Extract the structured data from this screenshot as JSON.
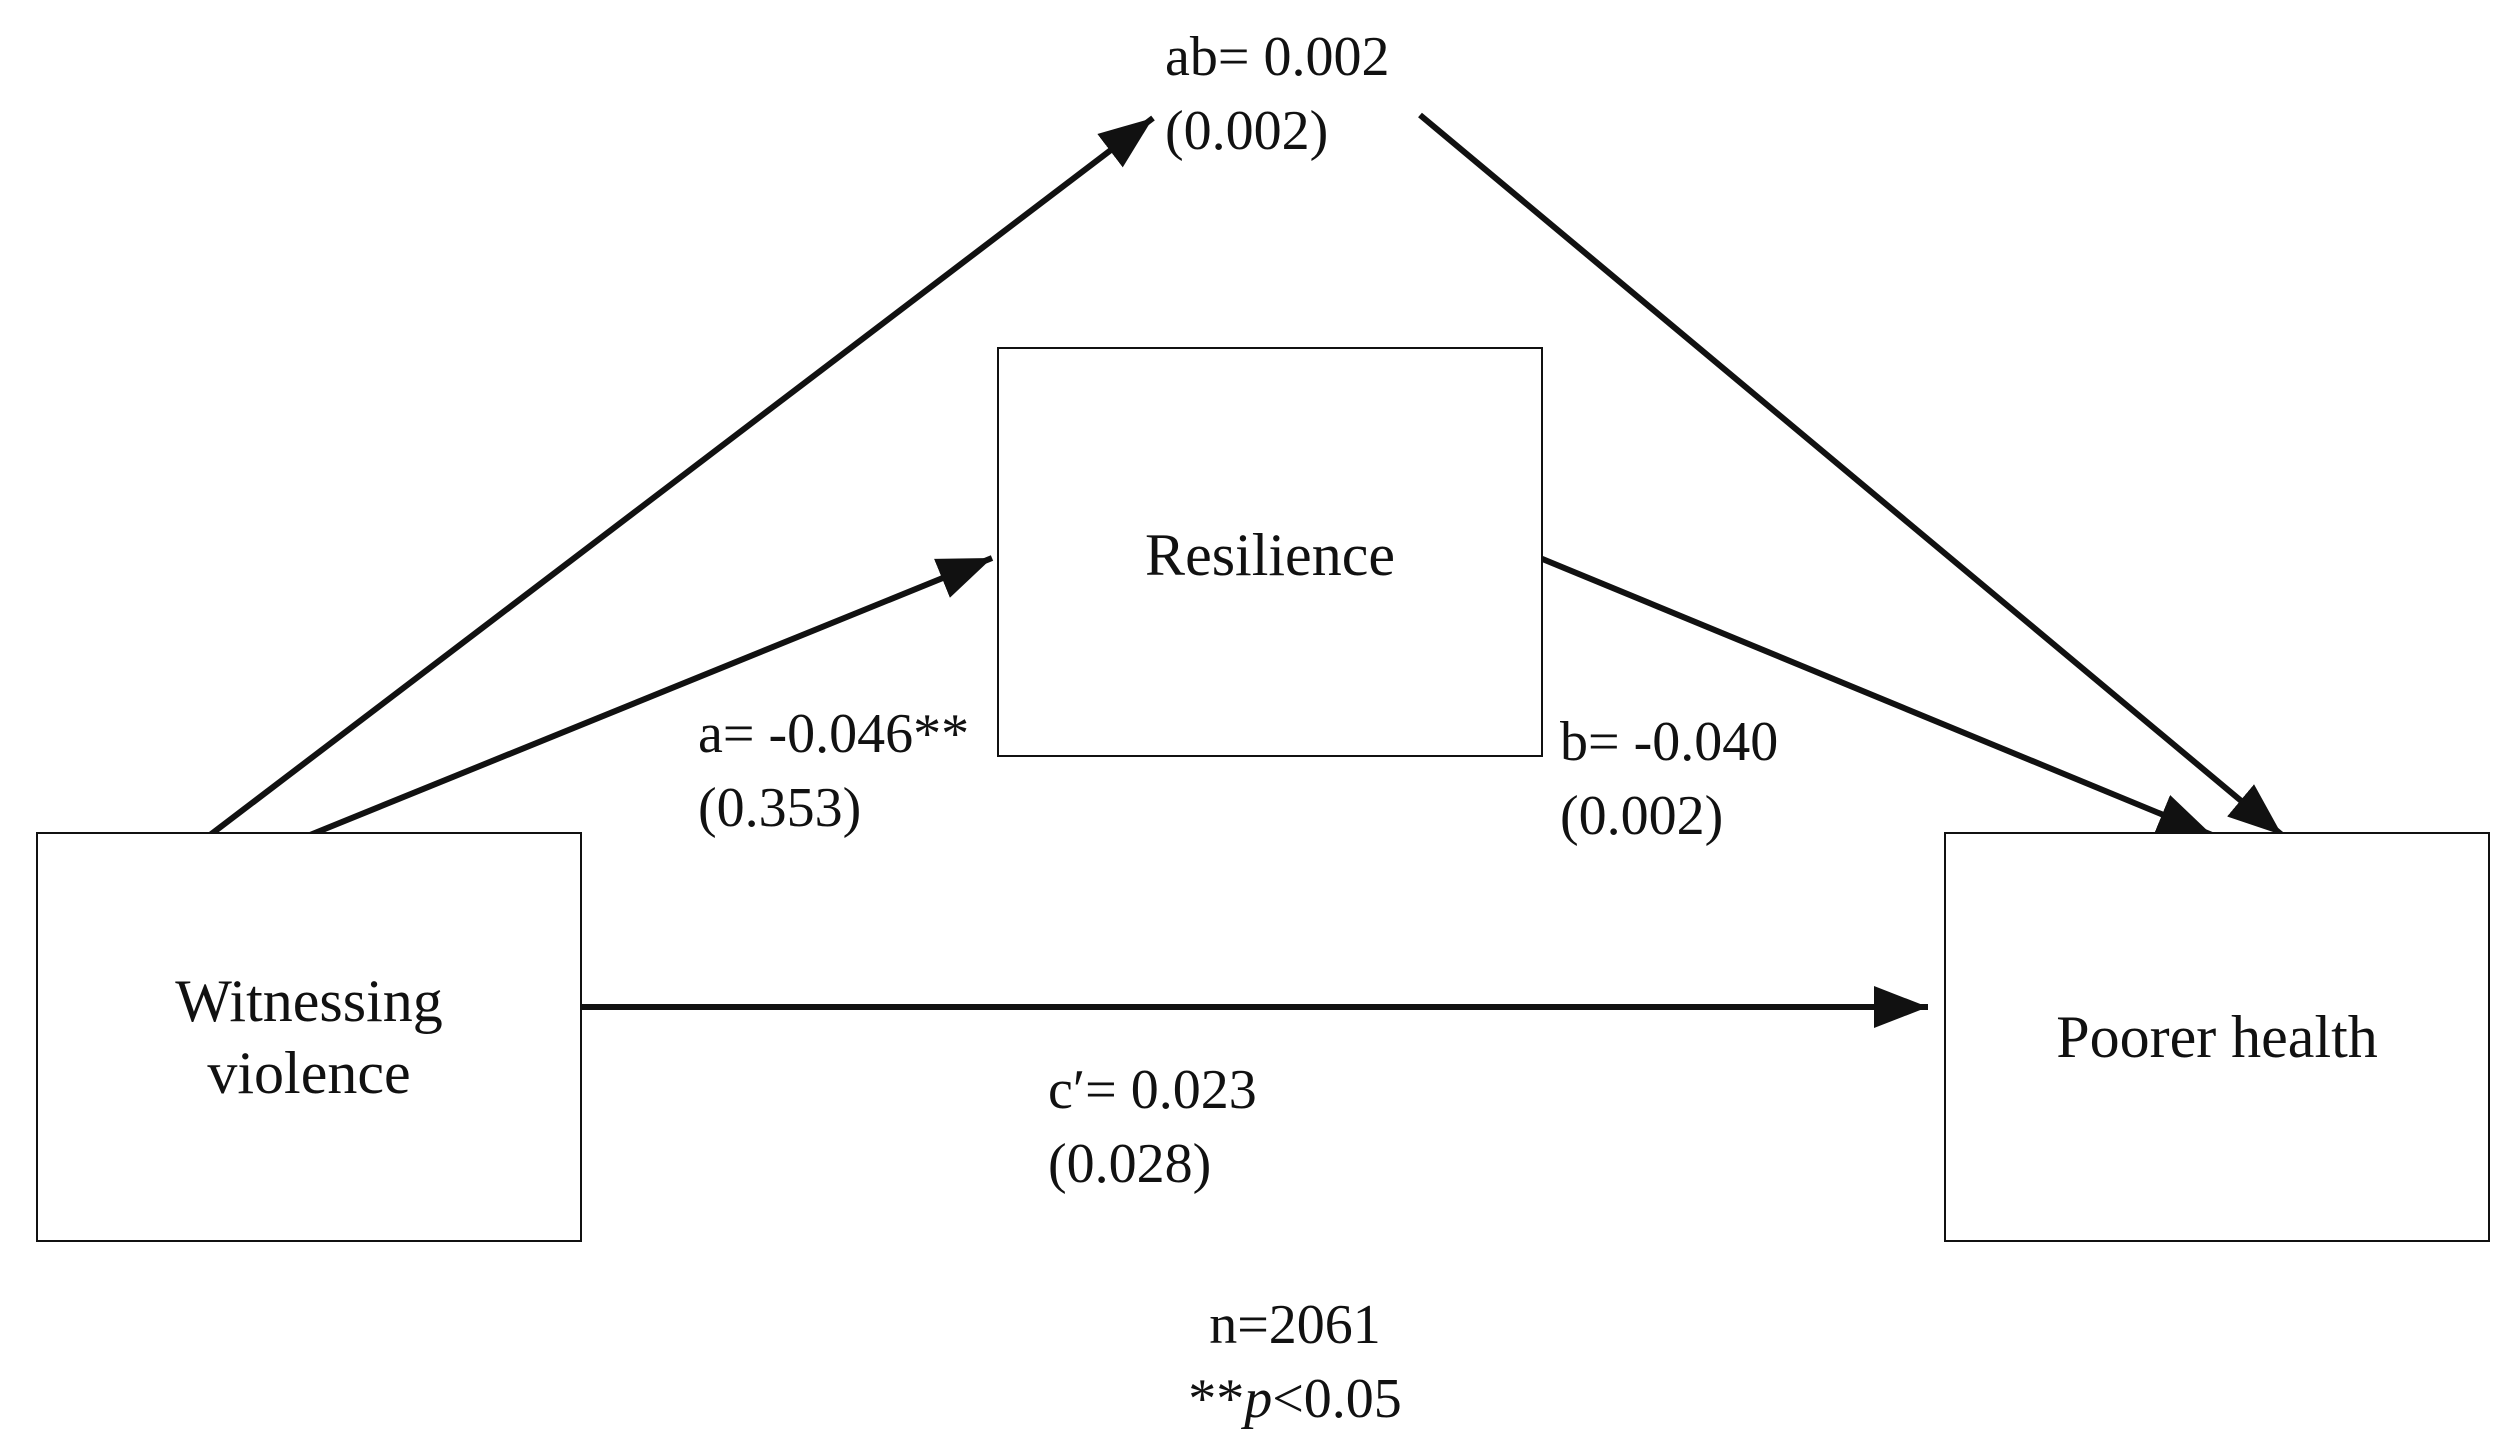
{
  "nodes": {
    "x": "Witnessing violence",
    "m": "Resilience",
    "y": "Poorer health"
  },
  "paths": {
    "a": {
      "coef": "a= -0.046**",
      "se": "(0.353)"
    },
    "b": {
      "coef": "b= -0.040",
      "se": "(0.002)"
    },
    "c_prime": {
      "coef": "c′= 0.023",
      "se": "(0.028)"
    },
    "ab": {
      "coef": "ab= 0.002",
      "se": "(0.002)"
    }
  },
  "footnote": {
    "n": "n=2061",
    "sig_prefix": "**",
    "sig_p": "p",
    "sig_suffix": "<0.05"
  },
  "colors": {
    "line": "#111111",
    "background": "#ffffff"
  }
}
